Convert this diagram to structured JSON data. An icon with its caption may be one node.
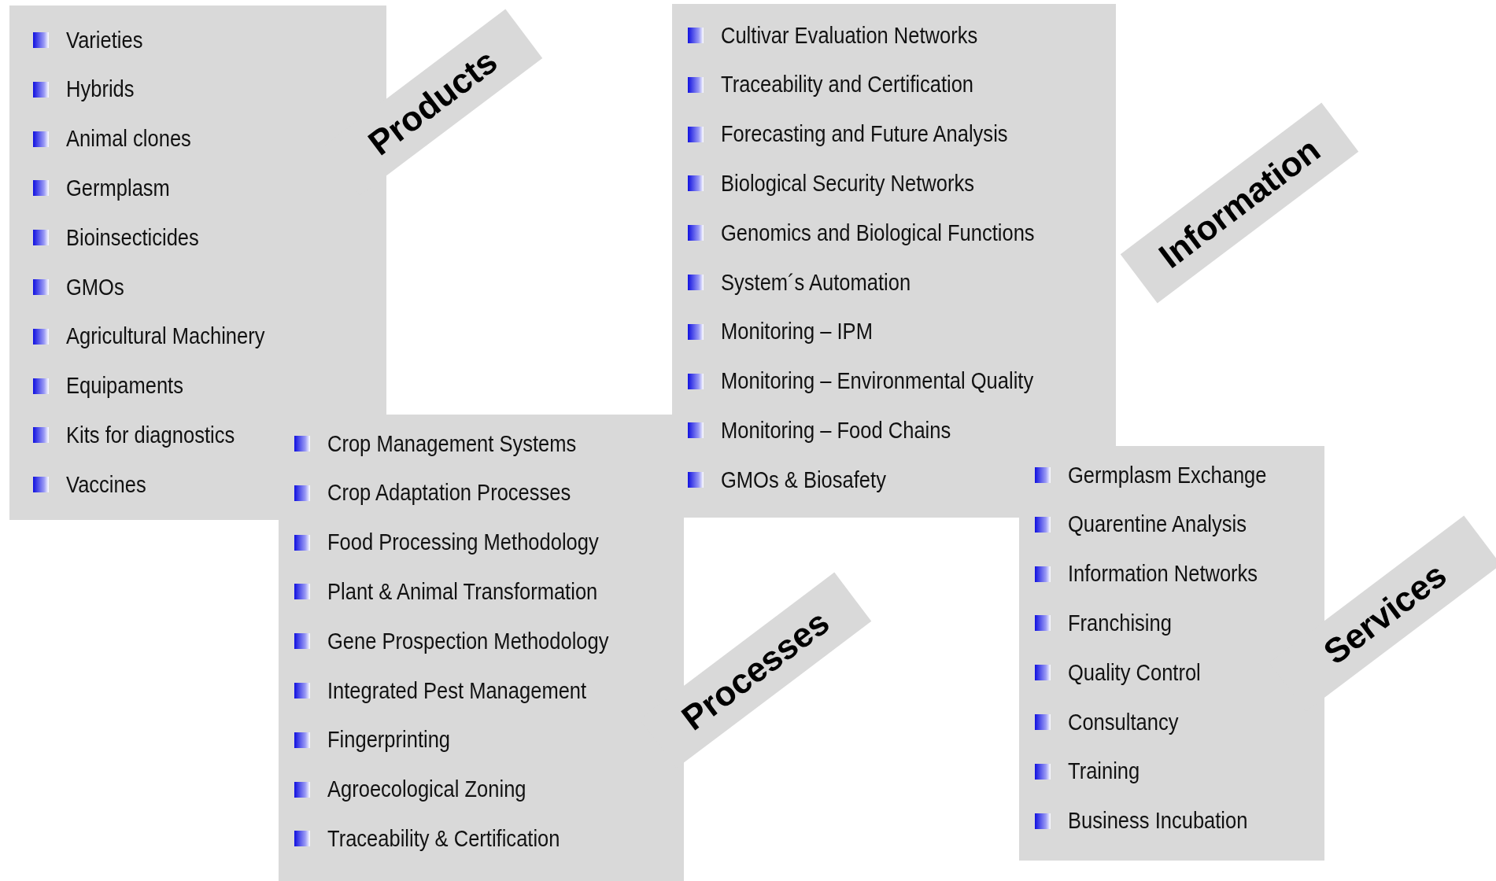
{
  "diagram": {
    "nodes": [
      {
        "text": [
          "Products",
          "Varieties",
          "Hybrids",
          "Animal clones",
          "Germplasm",
          "Bioinsecticides",
          "GMOs",
          "Agricultural Machinery",
          "Equipaments",
          "Kits for diagnostics",
          "Vaccines"
        ]
      },
      {
        "text": [
          "Information",
          "Cultivar Evaluation Networks",
          "Traceability and Certification",
          "Forecasting and Future Analysis",
          "Biological Security Networks",
          "Genomics and Biological Functions",
          "System´s Automation",
          "Monitoring – IPM",
          "Monitoring – Environmental Quality",
          "Monitoring – Food Chains",
          "GMOs & Biosafety"
        ]
      },
      {
        "text": [
          "Processes",
          "Crop Management Systems",
          "Crop Adaptation Processes",
          "Food Processing Methodology",
          "Plant & Animal Transformation",
          "Gene Prospection Methodology",
          "Integrated Pest Management",
          "Fingerprinting",
          "Agroecological Zoning",
          "Traceability & Certification"
        ]
      },
      {
        "text": [
          "Services",
          "Germplasm Exchange",
          "Quarentine Analysis",
          "Information Networks",
          "Franchising",
          "Quality Control",
          "Consultancy",
          "Training",
          "Business Incubation"
        ]
      }
    ]
  }
}
